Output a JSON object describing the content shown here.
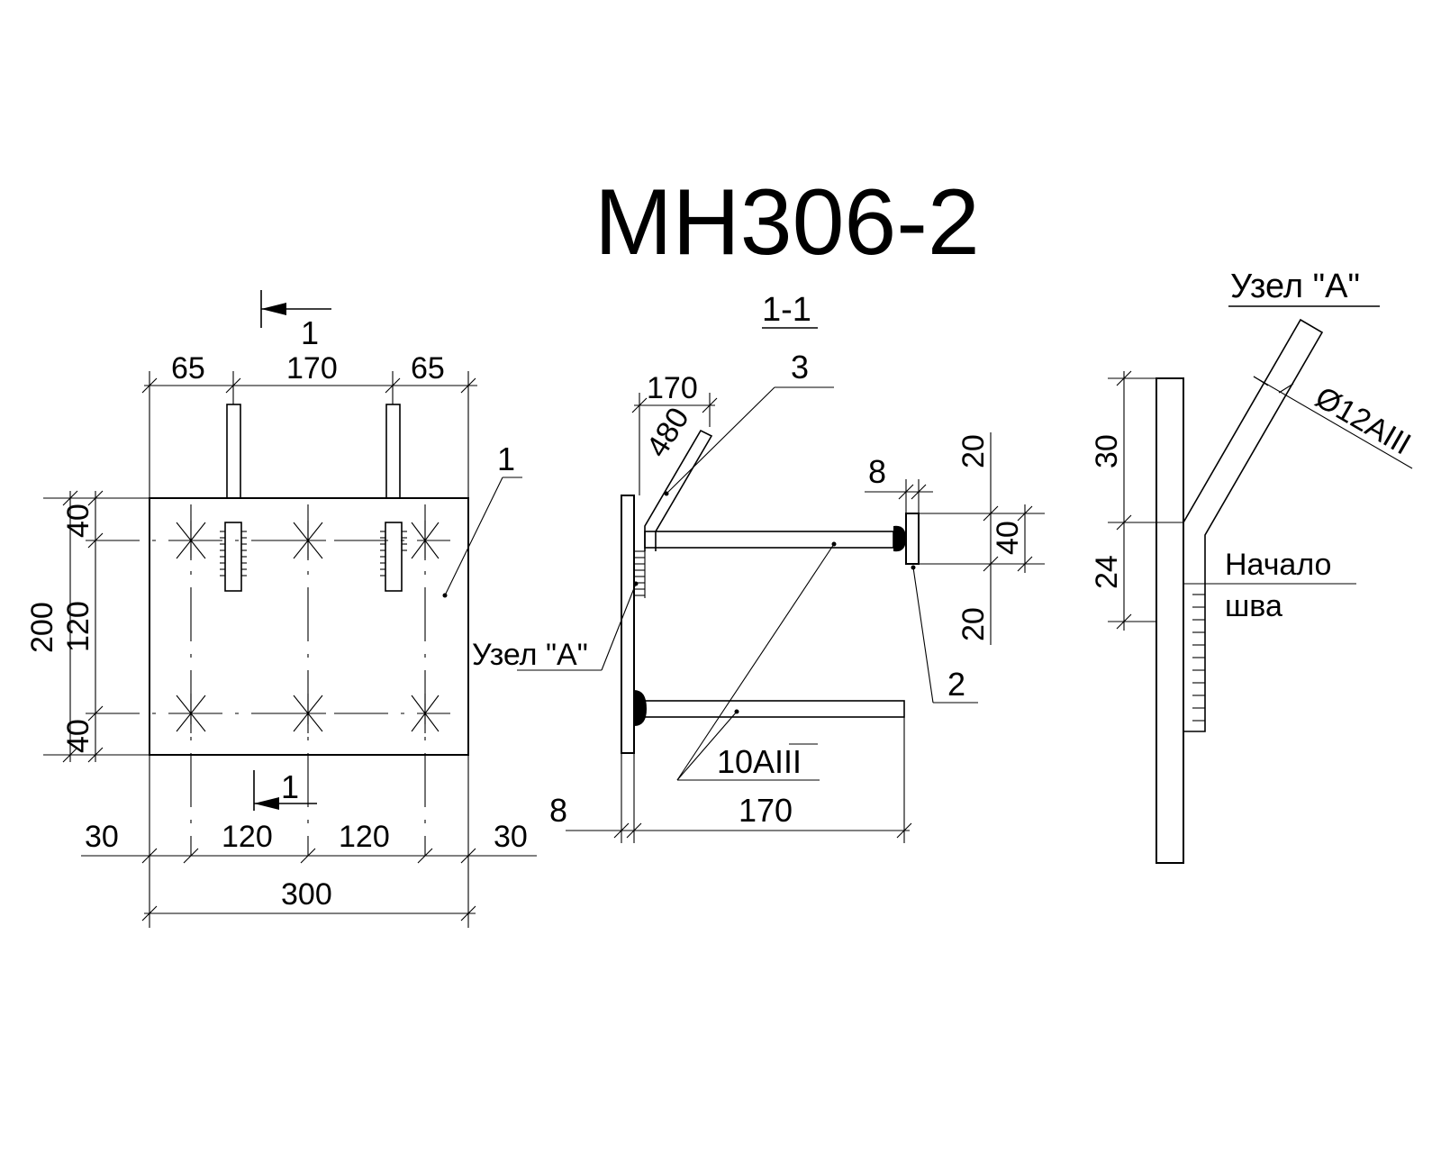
{
  "title": "МН306-2",
  "plan": {
    "section_mark_top": "1",
    "section_mark_bottom": "1",
    "part_label": "1",
    "dims_top": [
      "65",
      "170",
      "65"
    ],
    "dims_bottom": [
      "30",
      "120",
      "120",
      "30"
    ],
    "dim_total_width": "300",
    "dim_total_height": "200",
    "dims_left": [
      "40",
      "120",
      "40"
    ]
  },
  "section": {
    "title": "1-1",
    "part_label_3": "3",
    "part_label_2": "2",
    "dim_anchor_projection": "170",
    "dim_anchor_length": "480",
    "dim_plate_thickness_right": "8",
    "dim_plate_thickness_left": "8",
    "dim_bar_length": "170",
    "dims_right": [
      "20",
      "40",
      "20"
    ],
    "rebar_label": "10АIII",
    "node_label": "Узел \"А\""
  },
  "detail": {
    "title": "Узел \"А\"",
    "rebar_label": "Ø12АIII",
    "weld_start_line1": "Начало",
    "weld_start_line2": "шва",
    "dims_left": [
      "30",
      "24"
    ]
  }
}
